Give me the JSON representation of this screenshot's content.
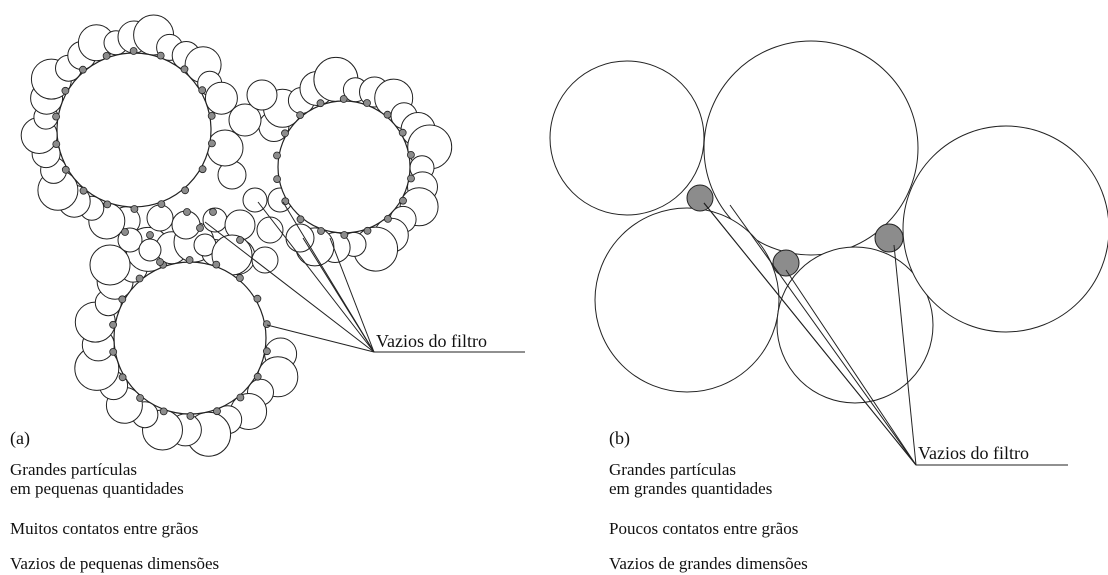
{
  "panel_a": {
    "label": "(a)",
    "callout": "Vazios do filtro",
    "captions": {
      "particles_line1": "Grandes partículas",
      "particles_line2": "em pequenas quantidades",
      "contacts": "Muitos contatos entre grãos",
      "voids": "Vazios de pequenas dimensões"
    }
  },
  "panel_b": {
    "label": "(b)",
    "callout": "Vazios do filtro",
    "captions": {
      "particles_line1": "Grandes partículas",
      "particles_line2": "em grandes quantidades",
      "contacts": "Poucos contatos entre grãos",
      "voids": "Vazios de grandes dimensões"
    }
  },
  "colors": {
    "stroke": "#222222",
    "void_fill": "#8c8c8c",
    "grain_fill": "#ffffff"
  }
}
